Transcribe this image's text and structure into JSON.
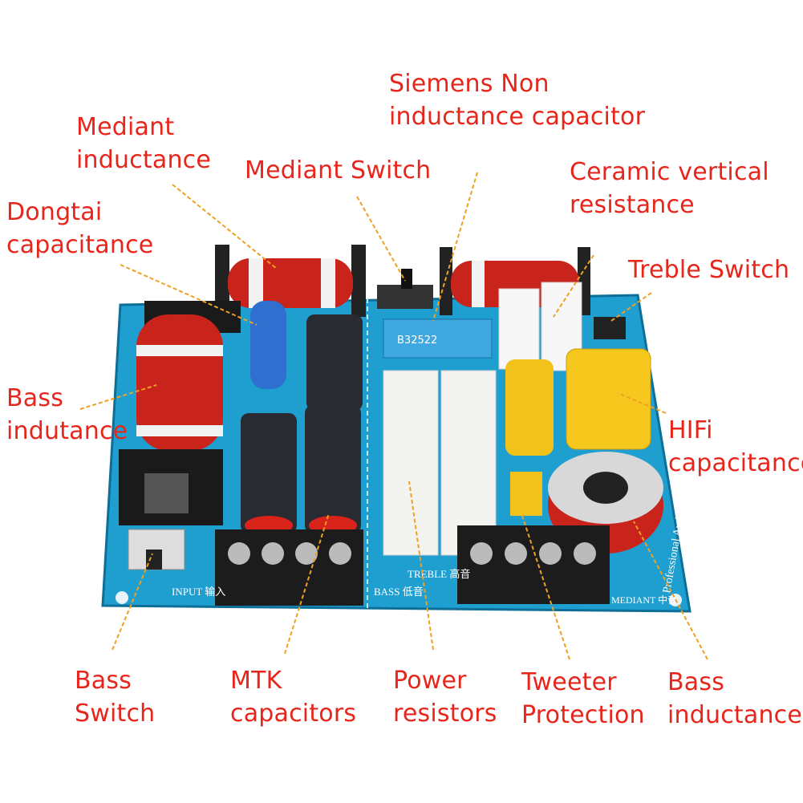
{
  "labels": {
    "siemens": {
      "line1": "Siemens Non",
      "line2": "inductance capacitor"
    },
    "mediant_inductance": {
      "line1": "Mediant",
      "line2": "inductance"
    },
    "mediant_switch": {
      "line1": "Mediant Switch"
    },
    "ceramic": {
      "line1": "Ceramic vertical",
      "line2": "resistance"
    },
    "dongtai": {
      "line1": "Dongtai",
      "line2": "capacitance"
    },
    "treble_switch": {
      "line1": "Treble Switch"
    },
    "bass_indutance": {
      "line1": "Bass",
      "line2": "indutance"
    },
    "hifi": {
      "line1": "HIFi",
      "line2": "capacitance"
    },
    "bass_switch": {
      "line1": "Bass",
      "line2": "Switch"
    },
    "mtk": {
      "line1": "MTK",
      "line2": "capacitors"
    },
    "power": {
      "line1": "Power",
      "line2": "resistors"
    },
    "tweeter": {
      "line1": "Tweeter",
      "line2": "Protection"
    },
    "bass_inductance": {
      "line1": "Bass",
      "line2": "inductance"
    }
  },
  "pcb": {
    "input": "INPUT 输入",
    "bass": "BASS 低音",
    "treble": "TREBLE 高音",
    "mediant": "MEDIANT 中音",
    "brand": "Professional Audio"
  },
  "colors": {
    "label": "#e8251b",
    "board": "#1f9fd0",
    "leader": "#f0a020",
    "copper": "#c8241c"
  }
}
